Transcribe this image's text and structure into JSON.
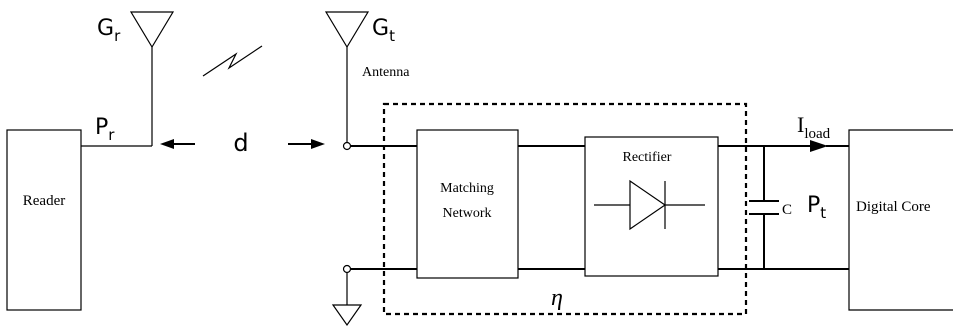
{
  "labels": {
    "reader": "Reader",
    "matching_line1": "Matching",
    "matching_line2": "Network",
    "rectifier": "Rectifier",
    "digital_core": "Digital Core",
    "antenna": "Antenna",
    "capacitor": "C",
    "eta": "η",
    "distance": "d",
    "gr_main": "G",
    "gr_sub": "r",
    "gt_main": "G",
    "gt_sub": "t",
    "pr_main": "P",
    "pr_sub": "r",
    "pt_main": "P",
    "pt_sub": "t",
    "iload_main": "I",
    "iload_sub": "load"
  }
}
